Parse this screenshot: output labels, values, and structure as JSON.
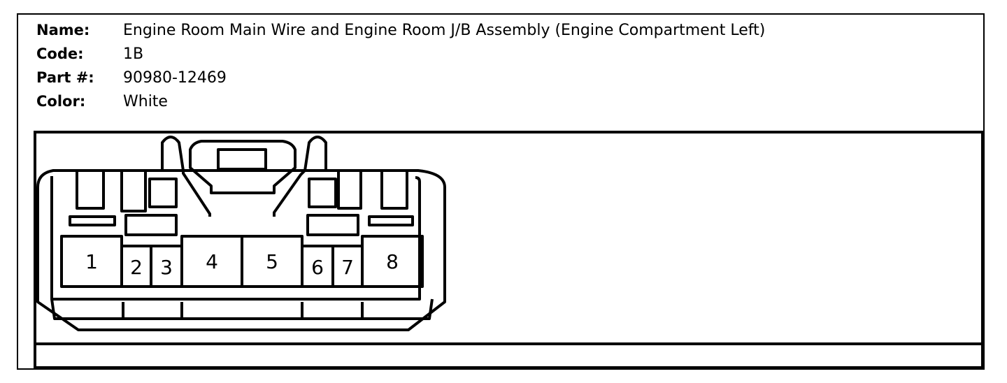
{
  "info": {
    "name_label": "Name:",
    "name_value": "Engine Room Main Wire and Engine Room J/B Assembly (Engine Compartment Left)",
    "code_label": "Code:",
    "code_value": "1B",
    "part_label": "Part #:",
    "part_value": "90980-12469",
    "color_label": "Color:",
    "color_value": "White"
  },
  "connector": {
    "pins": [
      "1",
      "2",
      "3",
      "4",
      "5",
      "6",
      "7",
      "8"
    ]
  }
}
